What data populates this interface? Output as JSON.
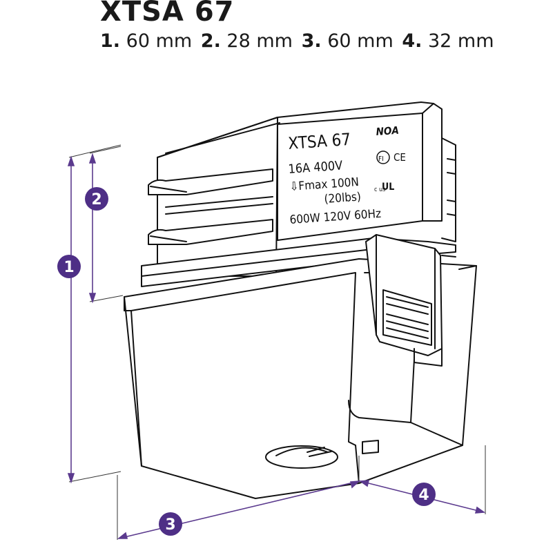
{
  "title": "XTSA 67",
  "dimensions": [
    {
      "num": "1.",
      "value": "60 mm"
    },
    {
      "num": "2.",
      "value": "28 mm"
    },
    {
      "num": "3.",
      "value": "60 mm"
    },
    {
      "num": "4.",
      "value": "32 mm"
    }
  ],
  "label_plate": {
    "model": "XTSA 67",
    "rating": "16A 400V",
    "force": "⇩Fmax 100N",
    "force_lbs": "(20lbs)",
    "power": "600W 120V 60Hz",
    "noca_mark": "NOA",
    "fi_mark": "FI",
    "ce_mark": "CE",
    "ul_mark": "c  us"
  },
  "badges": [
    "1",
    "2",
    "3",
    "4"
  ],
  "colors": {
    "dimension": "#5b3a8e",
    "badge_fill": "#4e2f86",
    "outline": "#111111"
  }
}
